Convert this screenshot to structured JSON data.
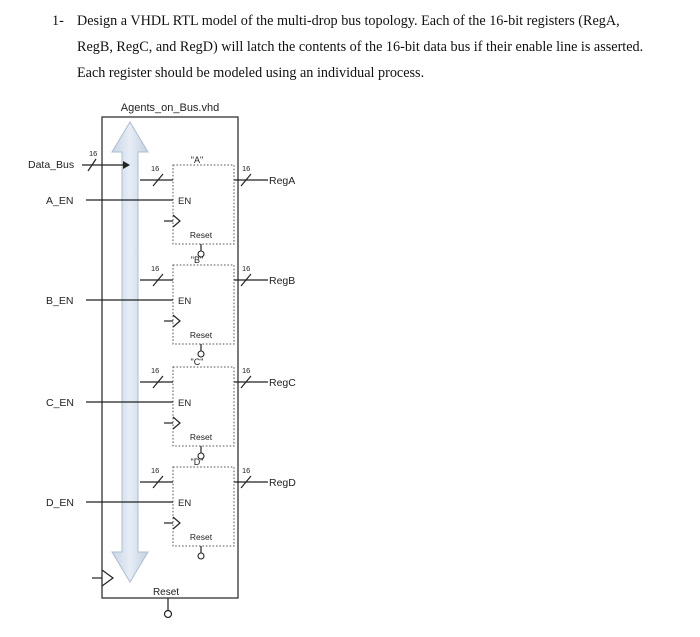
{
  "question": {
    "number": "1-",
    "lines": [
      "Design a VHDL RTL model of the multi-drop bus topology. Each of the 16-bit registers (RegA,",
      "RegB, RegC, and RegD) will latch the contents of the 16-bit data bus if their enable line is asserted.",
      "Each register should be modeled using an individual process."
    ]
  },
  "diagram": {
    "module_title": "Agents_on_Bus.vhd",
    "data_bus_label": "Data_Bus",
    "bus_width": "16",
    "en_label": "EN",
    "reset_label": "Reset",
    "top_reset_label": "Reset",
    "registers": [
      {
        "name": "\"A\"",
        "enable": "A_EN",
        "output": "RegA"
      },
      {
        "name": "\"B\"",
        "enable": "B_EN",
        "output": "RegB"
      },
      {
        "name": "\"C\"",
        "enable": "C_EN",
        "output": "RegC"
      },
      {
        "name": "\"D\"",
        "enable": "D_EN",
        "output": "RegD"
      }
    ]
  }
}
